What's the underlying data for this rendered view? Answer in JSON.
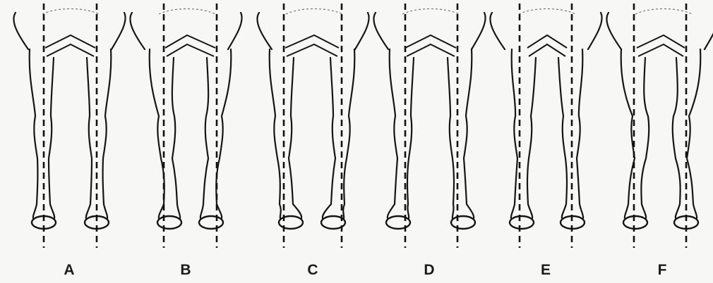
{
  "panels": [
    {
      "label": "A",
      "type": "normal"
    },
    {
      "label": "B",
      "type": "base-narrow"
    },
    {
      "label": "C",
      "type": "toe-in"
    },
    {
      "label": "D",
      "type": "toe-out"
    },
    {
      "label": "E",
      "type": "base-wide"
    },
    {
      "label": "F",
      "type": "knock-kneed"
    }
  ]
}
